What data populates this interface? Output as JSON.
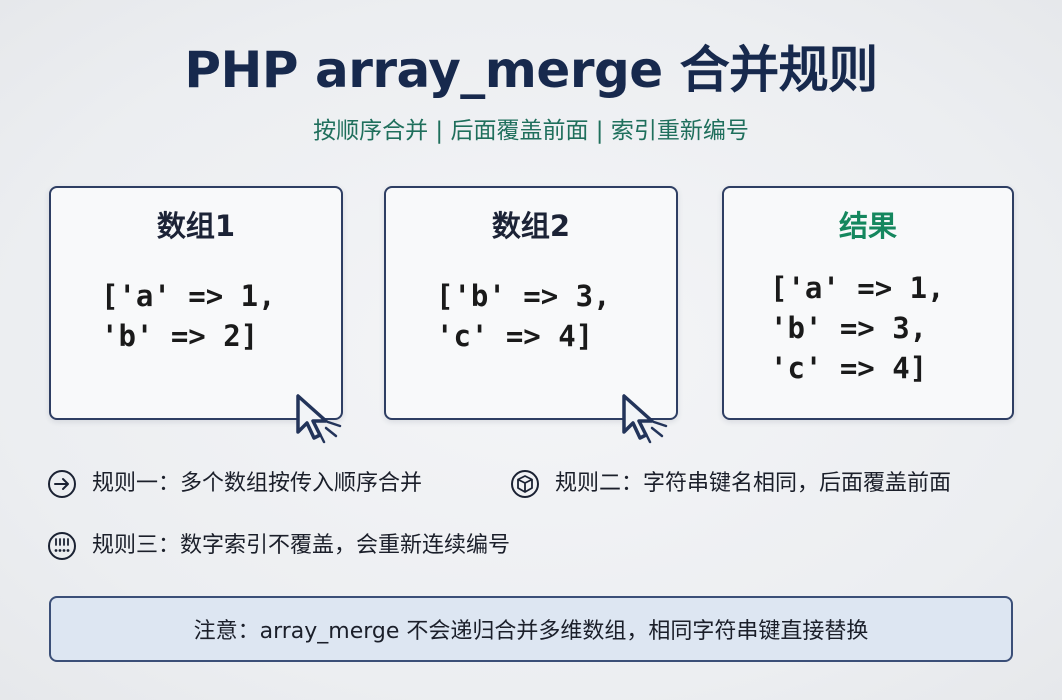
{
  "title": "PHP array_merge 合并规则",
  "subtitle": "按顺序合并 | 后面覆盖前面 | 索引重新编号",
  "cards": [
    {
      "title": "数组1",
      "code": "['a' => 1,\n'b' => 2]"
    },
    {
      "title": "数组2",
      "code": "['b' => 3,\n'c' => 4]"
    },
    {
      "title": "结果",
      "code": "['a' => 1,\n'b' => 3,\n'c' => 4]"
    }
  ],
  "rules": [
    {
      "icon": "arrow-right-circle-icon",
      "text": "规则一：多个数组按传入顺序合并"
    },
    {
      "icon": "cube-icon",
      "text": "规则二：字符串键名相同，后面覆盖前面"
    },
    {
      "icon": "numeric-index-icon",
      "text": "规则三：数字索引不覆盖，会重新连续编号"
    }
  ],
  "note": "注意：array_merge 不会递归合并多维数组，相同字符串键直接替换",
  "colors": {
    "title": "#17294d",
    "subtitle": "#1f6f5c",
    "result_title": "#15875e",
    "border": "#2e3e63",
    "note_bg": "#dde6f2"
  }
}
